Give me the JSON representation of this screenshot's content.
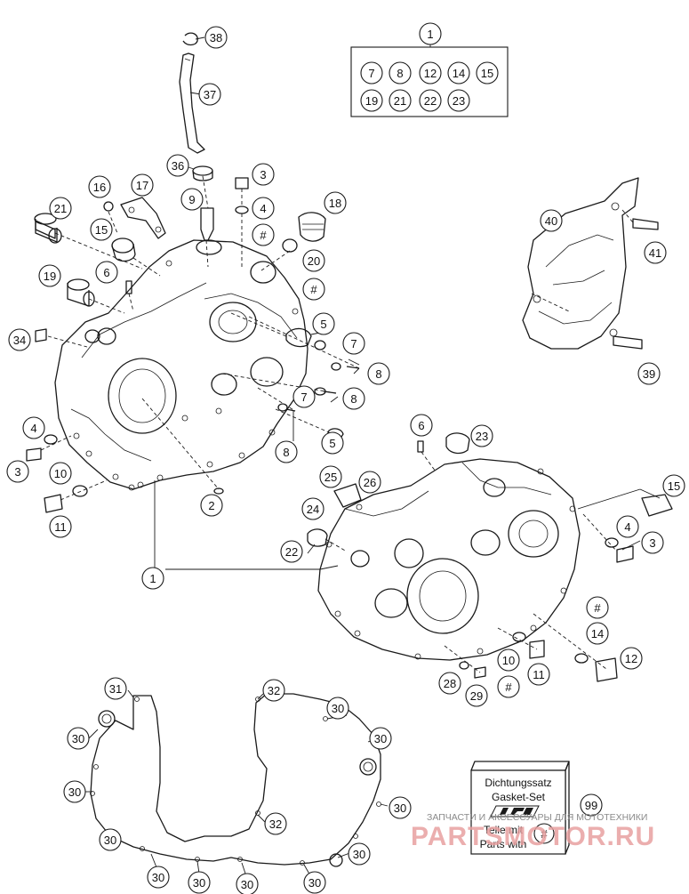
{
  "callouts": [
    {
      "id": "c1-top",
      "label": "1"
    },
    {
      "id": "c7-kit",
      "label": "7"
    },
    {
      "id": "c8-kit",
      "label": "8"
    },
    {
      "id": "c12-kit",
      "label": "12"
    },
    {
      "id": "c14-kit",
      "label": "14"
    },
    {
      "id": "c15-kit",
      "label": "15"
    },
    {
      "id": "c19-kit",
      "label": "19"
    },
    {
      "id": "c21-kit",
      "label": "21"
    },
    {
      "id": "c22-kit",
      "label": "22"
    },
    {
      "id": "c23-kit",
      "label": "23"
    },
    {
      "id": "c38",
      "label": "38"
    },
    {
      "id": "c37",
      "label": "37"
    },
    {
      "id": "c36",
      "label": "36"
    },
    {
      "id": "c3-a",
      "label": "3"
    },
    {
      "id": "c4-a",
      "label": "4"
    },
    {
      "id": "c-hash-a",
      "label": "#"
    },
    {
      "id": "c16",
      "label": "16"
    },
    {
      "id": "c17",
      "label": "17"
    },
    {
      "id": "c9",
      "label": "9"
    },
    {
      "id": "c18",
      "label": "18"
    },
    {
      "id": "c20",
      "label": "20"
    },
    {
      "id": "c-hash-b",
      "label": "#"
    },
    {
      "id": "c21",
      "label": "21"
    },
    {
      "id": "c15-a",
      "label": "15"
    },
    {
      "id": "c19",
      "label": "19"
    },
    {
      "id": "c6-a",
      "label": "6"
    },
    {
      "id": "c40",
      "label": "40"
    },
    {
      "id": "c41",
      "label": "41"
    },
    {
      "id": "c39",
      "label": "39"
    },
    {
      "id": "c34",
      "label": "34"
    },
    {
      "id": "c5-a",
      "label": "5"
    },
    {
      "id": "c7-a",
      "label": "7"
    },
    {
      "id": "c8-a",
      "label": "8"
    },
    {
      "id": "c7-b",
      "label": "7"
    },
    {
      "id": "c8-b",
      "label": "8"
    },
    {
      "id": "c8-c",
      "label": "8"
    },
    {
      "id": "c5-b",
      "label": "5"
    },
    {
      "id": "c4-b",
      "label": "4"
    },
    {
      "id": "c3-b",
      "label": "3"
    },
    {
      "id": "c10-a",
      "label": "10"
    },
    {
      "id": "c11-a",
      "label": "11"
    },
    {
      "id": "c2",
      "label": "2"
    },
    {
      "id": "c6-b",
      "label": "6"
    },
    {
      "id": "c23",
      "label": "23"
    },
    {
      "id": "c25",
      "label": "25"
    },
    {
      "id": "c26",
      "label": "26"
    },
    {
      "id": "c24",
      "label": "24"
    },
    {
      "id": "c15-b",
      "label": "15"
    },
    {
      "id": "c4-c",
      "label": "4"
    },
    {
      "id": "c3-c",
      "label": "3"
    },
    {
      "id": "c22",
      "label": "22"
    },
    {
      "id": "c1-main",
      "label": "1"
    },
    {
      "id": "c-hash-c",
      "label": "#"
    },
    {
      "id": "c14",
      "label": "14"
    },
    {
      "id": "c12",
      "label": "12"
    },
    {
      "id": "c10-b",
      "label": "10"
    },
    {
      "id": "c11-b",
      "label": "11"
    },
    {
      "id": "c28",
      "label": "28"
    },
    {
      "id": "c29",
      "label": "29"
    },
    {
      "id": "c-hash-d",
      "label": "#"
    },
    {
      "id": "c31",
      "label": "31"
    },
    {
      "id": "c32-a",
      "label": "32"
    },
    {
      "id": "c30-a",
      "label": "30"
    },
    {
      "id": "c30-b",
      "label": "30"
    },
    {
      "id": "c30-c",
      "label": "30"
    },
    {
      "id": "c30-d",
      "label": "30"
    },
    {
      "id": "c30-e",
      "label": "30"
    },
    {
      "id": "c32-b",
      "label": "32"
    },
    {
      "id": "c30-f",
      "label": "30"
    },
    {
      "id": "c30-g",
      "label": "30"
    },
    {
      "id": "c30-h",
      "label": "30"
    },
    {
      "id": "c30-i",
      "label": "30"
    },
    {
      "id": "c30-j",
      "label": "30"
    },
    {
      "id": "c30-k",
      "label": "30"
    },
    {
      "id": "c99",
      "label": "99"
    },
    {
      "id": "c-hash-kit",
      "label": "#"
    }
  ],
  "gasket_box": {
    "line1": "Dichtungssatz",
    "line2": "Gasket-Set",
    "line3": "Teile mit",
    "line4": "Parts with"
  },
  "watermark": {
    "caption": "ЗАПЧАСТИ И АКСЕССУАРЫ ДЛЯ МОТОТЕХНИКИ",
    "brand": "PARTSMOTOR.RU"
  }
}
